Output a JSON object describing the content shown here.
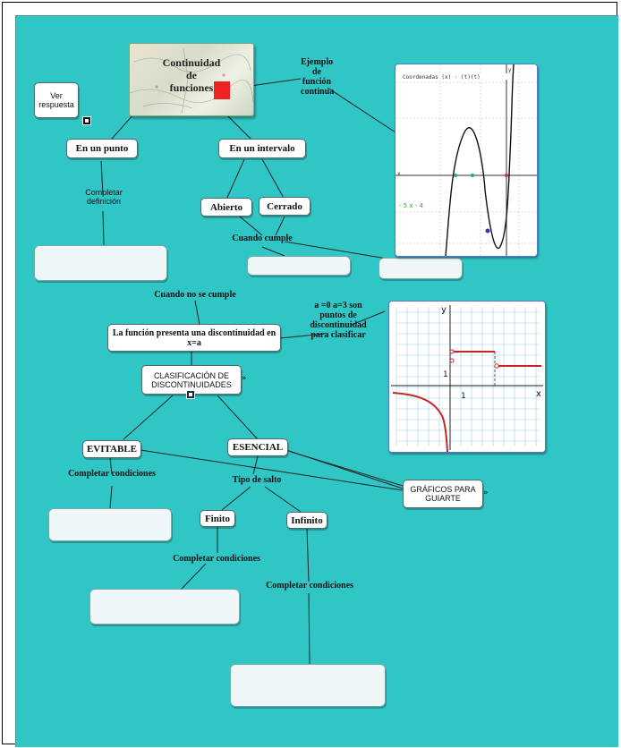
{
  "title": {
    "line1": "Continuidad",
    "line2": "de",
    "line3": "funciones"
  },
  "nodes": {
    "ver_respuesta": "Ver respuesta",
    "en_un_punto": "En un punto",
    "en_un_intervalo": "En un intervalo",
    "abierto": "Abierto",
    "cerrado": "Cerrado",
    "presenta": "La función presenta una discontinuidad en x=a",
    "clasificacion": "CLASIFICACIÓN DE DISCONTINUIDADES",
    "evitable": "EVITABLE",
    "esencial": "ESENCIAL",
    "finito": "Finito",
    "infinito": "Infinito",
    "graficos": "GRÁFICOS PARA GUIARTE"
  },
  "labels": {
    "ejemplo": "Ejemplo de función continua",
    "completar_definicion": "Completar definición",
    "cuando_cumple": "Cuando cumple",
    "cuando_no_cumple": "Cuando no se cumple",
    "puntos": "a =0 a=3 son puntos de discontinuidad para clasificar",
    "completar_cond_1": "Completar condiciones",
    "tipo_salto": "Tipo de salto",
    "completar_cond_2": "Completar condiciones",
    "completar_cond_3": "Completar condiciones"
  },
  "graph1": {
    "eq_label": "- 5 x - 4",
    "axis_y": "y",
    "axis_x": "x"
  },
  "graph2": {
    "axis_y": "y",
    "axis_x": "x",
    "tick_y": "1",
    "tick_x": "1"
  },
  "colors": {
    "background": "#31c6c6",
    "graph_curve": "#cc2222",
    "grid": "#9ad0e8"
  }
}
